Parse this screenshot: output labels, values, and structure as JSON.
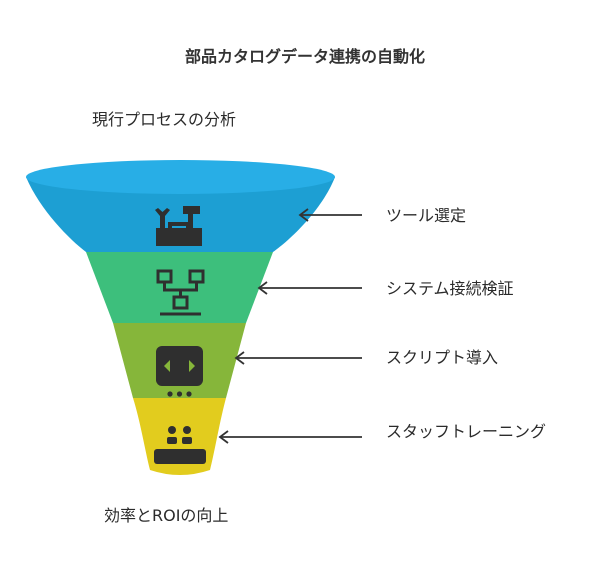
{
  "title": "部品カタログデータ連携の自動化",
  "top_label": "現行プロセスの分析",
  "bottom_label": "効率とROIの向上",
  "stages": [
    {
      "label": "ツール選定",
      "icon": "tools-icon",
      "color": "#1d9fd3",
      "rim": "#28aee6"
    },
    {
      "label": "システム接続検証",
      "icon": "network-icon",
      "color": "#3dbf7c"
    },
    {
      "label": "スクリプト導入",
      "icon": "script-icon",
      "color": "#86b63a"
    },
    {
      "label": "スタッフトレーニング",
      "icon": "training-icon",
      "color": "#e2cc1e"
    }
  ]
}
